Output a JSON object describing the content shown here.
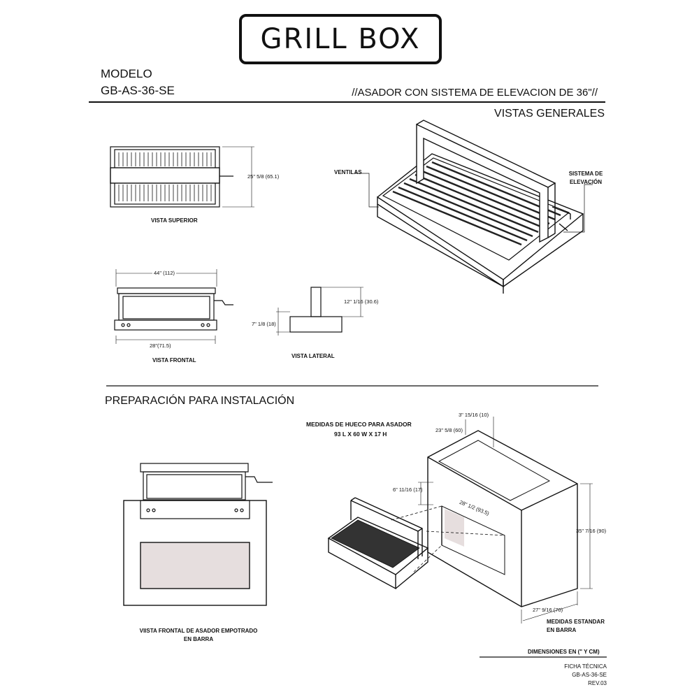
{
  "logo": {
    "text": "GRILL BOX"
  },
  "model": {
    "label": "MODELO",
    "code": "GB-AS-36-SE"
  },
  "subtitle": "//ASADOR CON SISTEMA DE ELEVACION DE 36\"//",
  "section_general": "VISTAS GENERALES",
  "views": {
    "top": "VISTA SUPERIOR",
    "front": "VISTA FRONTAL",
    "side": "VISTA LATERAL",
    "built_in": "VIISTA FRONTAL DE ASADOR EMPOTRADO EN BARRA"
  },
  "callouts": {
    "vents": "VENTILAS",
    "lift": "SISTEMA DE ELEVACIÓN",
    "standard": "MEDIDAS ESTANDAR EN BARRA"
  },
  "dims": {
    "top_depth": "25\" 5/8 (65.1)",
    "front_width": "44\" (112)",
    "front_inner": "28\"(71.5)",
    "side_height": "12\" 1/16 (30.6)",
    "side_base": "7\" 1/8 (18)",
    "hole_a": "3\" 15/16 (10)",
    "hole_b": "23\" 5/8 (60)",
    "hole_c": "6\" 11/16 (17)",
    "hole_d": "28\" 1/2 (93.5)",
    "hole_e": "35\" 7/16 (90)",
    "hole_f": "27\" 9/16 (70)"
  },
  "section_install": "PREPARACIÓN PARA INSTALACIÓN",
  "hole_title": "MEDIDAS DE HUECO PARA ASADOR",
  "hole_size": "93 L X 60  W X 17 H",
  "units": "DIMENSIONES EN (\" Y CM)",
  "footer": {
    "line1": "FICHA TÉCNICA",
    "line2": "GB-AS-36-SE",
    "line3": "REV.03"
  }
}
